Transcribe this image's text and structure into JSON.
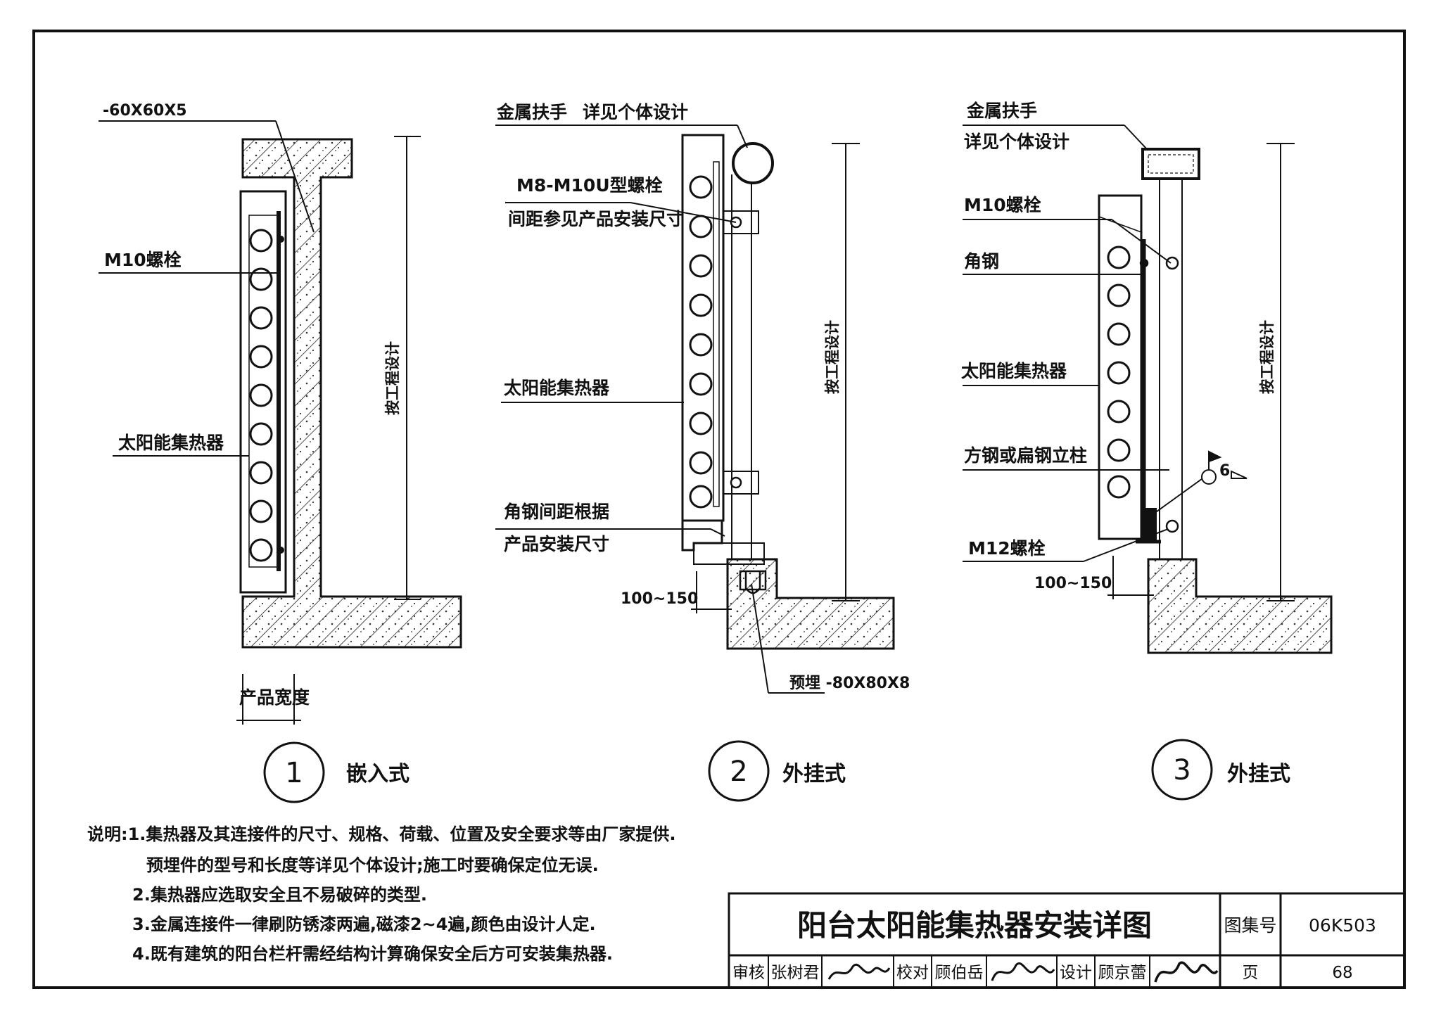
{
  "detail1": {
    "number": "1",
    "name": "嵌入式",
    "labels": {
      "steel_plate": "-60X60X5",
      "bolt": "M10螺栓",
      "collector": "太阳能集热器",
      "height": "按工程设计",
      "width": "产品宽度"
    }
  },
  "detail2": {
    "number": "2",
    "name": "外挂式",
    "labels": {
      "handrail": "金属扶手",
      "handrail_note": "详见个体设计",
      "u_bolt": "M8-M10U型螺栓",
      "u_bolt_note": "间距参见产品安装尺寸",
      "collector": "太阳能集热器",
      "angle_spacing": "角钢间距根据",
      "angle_spacing_note": "产品安装尺寸",
      "offset": "100~150",
      "embedded": "预埋 -80X80X8",
      "height": "按工程设计"
    }
  },
  "detail3": {
    "number": "3",
    "name": "外挂式",
    "labels": {
      "handrail": "金属扶手",
      "handrail_note": "详见个体设计",
      "bolt": "M10螺栓",
      "angle_steel": "角钢",
      "collector": "太阳能集热器",
      "post": "方钢或扁钢立柱",
      "weld_size": "6",
      "bolt_lower": "M12螺栓",
      "offset": "100~150",
      "height": "按工程设计"
    }
  },
  "notes": [
    "说明:1.集热器及其连接件的尺寸、规格、荷载、位置及安全要求等由厂家提供.",
    "预埋件的型号和长度等详见个体设计;施工时要确保定位无误.",
    "2.集热器应选取安全且不易破碎的类型.",
    "3.金属连接件一律刷防锈漆两遍,磁漆2~4遍,颜色由设计人定.",
    "4.既有建筑的阳台栏杆需经结构计算确保安全后方可安装集热器."
  ],
  "title_block": {
    "title": "阳台太阳能集热器安装详图",
    "atlas_label": "图集号",
    "atlas_no": "06K503",
    "page_label": "页",
    "page_no": "68",
    "review_label": "审核",
    "reviewer": "张树君",
    "check_label": "校对",
    "checker": "顾伯岳",
    "design_label": "设计",
    "designer": "顾京蕾"
  }
}
